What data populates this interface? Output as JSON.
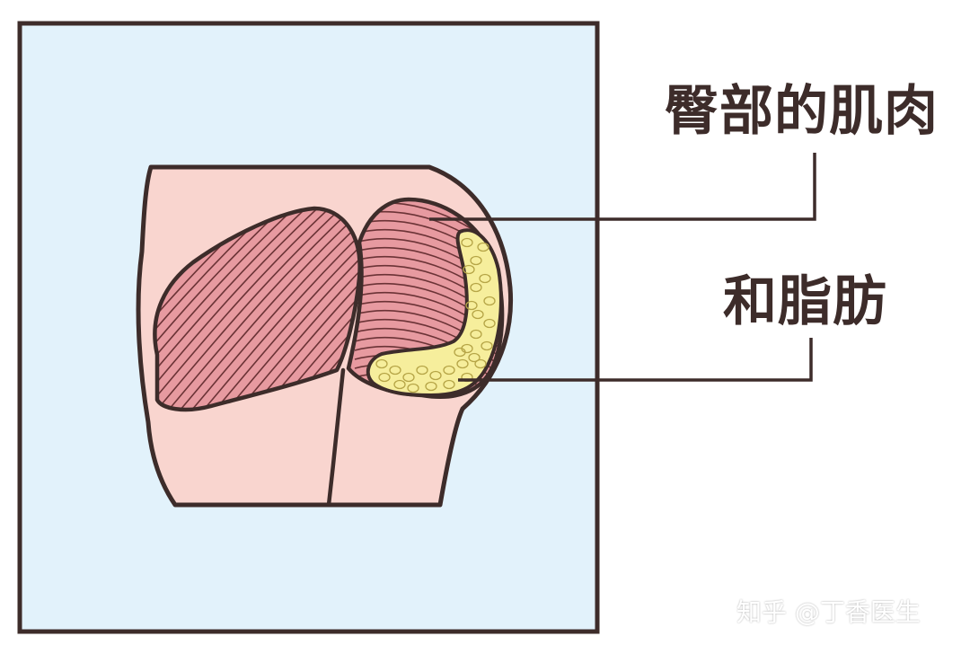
{
  "labels": {
    "muscle": "臀部的肌肉",
    "fat": "和脂肪"
  },
  "watermark": "知乎 @丁香医生",
  "colors": {
    "panel_background": "#e2f2fb",
    "outline": "#3d2c2a",
    "skin": "#f9d5cf",
    "muscle": "#e79aa0",
    "fat": "#f6ee9c"
  }
}
